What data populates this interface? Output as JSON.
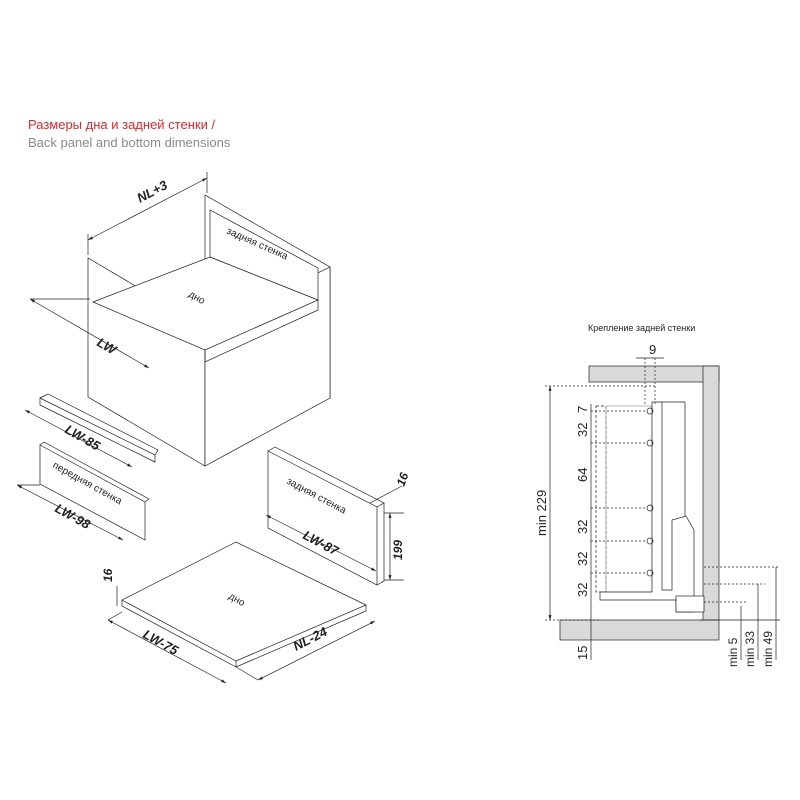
{
  "title": {
    "ru": "Размеры дна и задней стенки /",
    "en": "Back panel and bottom dimensions"
  },
  "drawer_3d": {
    "nl_dim": "NL+3",
    "lw_dim": "LW",
    "back_wall_label": "задняя стенка",
    "bottom_label": "дно"
  },
  "parts": {
    "rail_dim": "LW-85",
    "front_wall_label": "передняя стенка",
    "front_wall_dim": "LW-98",
    "back_panel_label": "задняя стенка",
    "back_panel_width": "LW-87",
    "back_panel_thickness": "16",
    "back_panel_height": "199",
    "bottom_label": "дно",
    "bottom_thickness": "16",
    "bottom_width": "LW-75",
    "bottom_depth": "NL-24"
  },
  "section": {
    "caption": "Крепление задней стенки",
    "top_dim": "9",
    "spacings": [
      "7",
      "32",
      "64",
      "32",
      "32",
      "32"
    ],
    "bottom_offset": "15",
    "total_height": "min 229",
    "right_dims": [
      "min 5",
      "min 33",
      "min 49"
    ]
  },
  "colors": {
    "title_ru": "#e3262b",
    "title_en": "#8a8a8a",
    "line": "#231f20",
    "panel_fill": "#d9d9d9"
  }
}
